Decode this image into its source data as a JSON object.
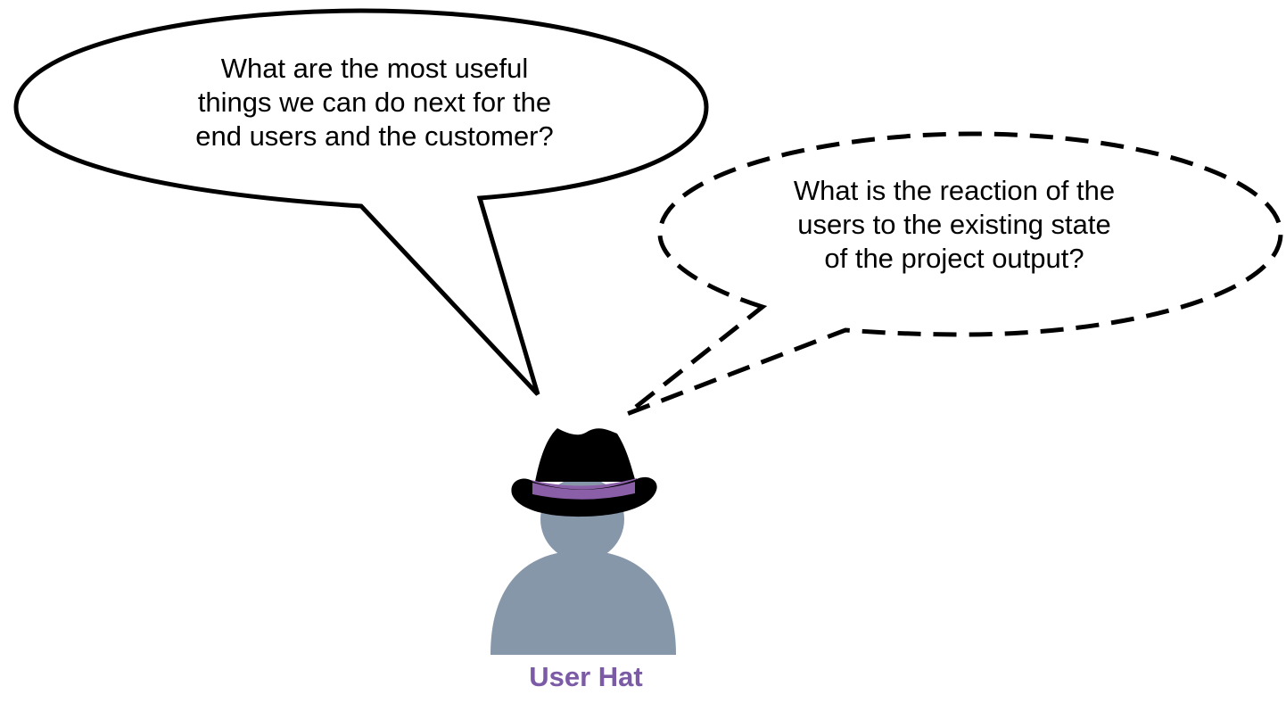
{
  "speech_bubble": {
    "lines": [
      "What are the most useful",
      "things we can do next for the",
      "end users and the customer?"
    ]
  },
  "thought_bubble": {
    "lines": [
      "What is the reaction of the",
      "users to the existing state",
      "of the project output?"
    ]
  },
  "figure": {
    "label": "User Hat",
    "label_color": "#7B5AA6",
    "body_color": "#8797AA",
    "hat_color": "#000000",
    "hat_band_color": "#8A5FA8",
    "icons": [
      "hat-icon",
      "person-icon"
    ]
  }
}
